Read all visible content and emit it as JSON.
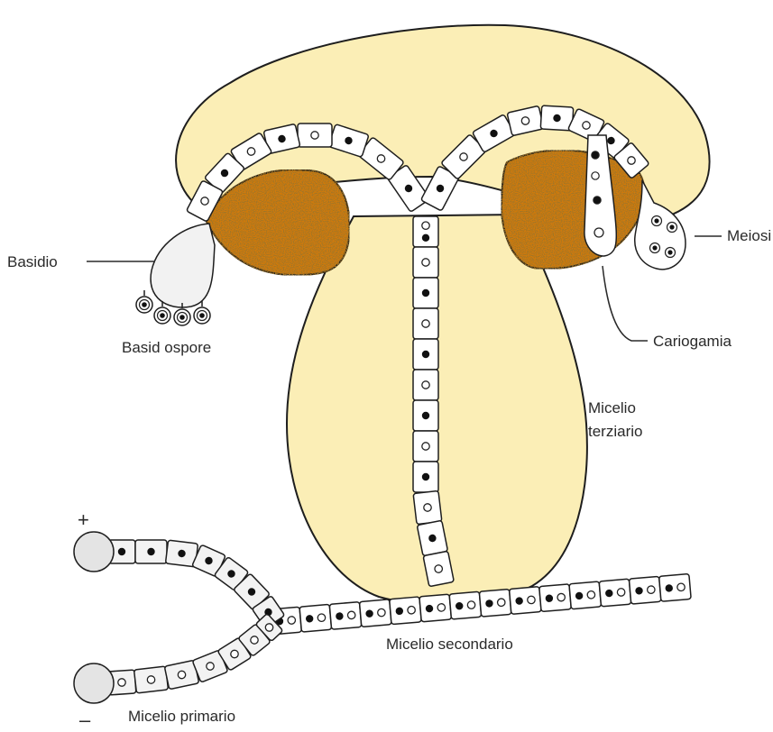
{
  "labels": {
    "basidio": "Basidio",
    "basidiospore": "Basid ospore",
    "meiosi": "Meiosi",
    "cariogamia": "Cariogamia",
    "micelio_terziario_1": "Micelio",
    "micelio_terziario_2": "terziario",
    "micelio_secondario": "Micelio secondario",
    "micelio_primario": "Micelio primario",
    "plus": "+",
    "minus": "–"
  },
  "colors": {
    "cap_fill": "#fbeeb6",
    "cap_stroke": "#1e1e1e",
    "gill_fill": "#d17a10",
    "gill_speckle": "#6b3a06",
    "cell_fill": "#ffffff",
    "primary_fill": "#e4e4e4",
    "nucleus": "#111111"
  }
}
